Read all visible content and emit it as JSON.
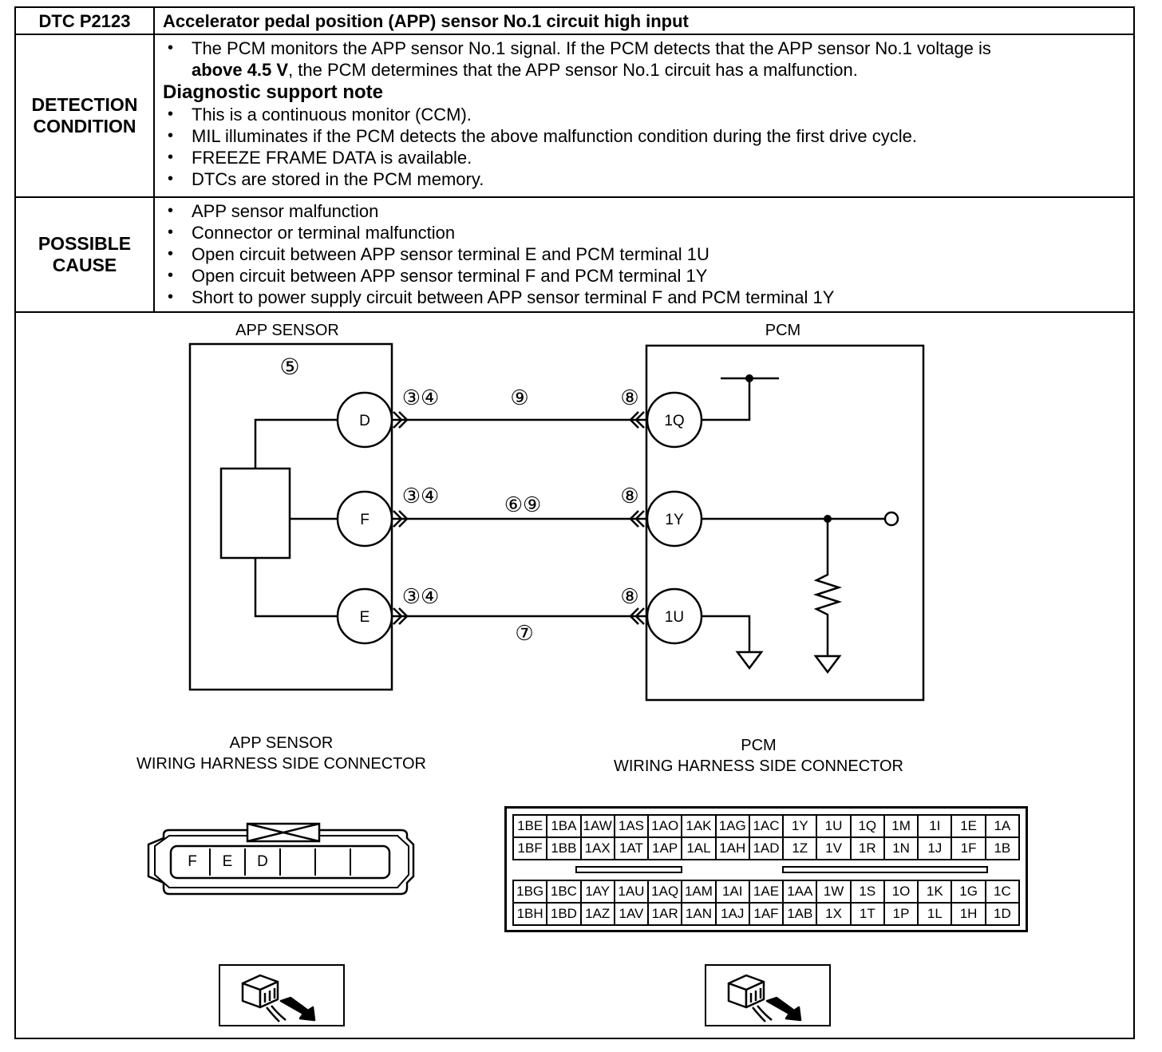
{
  "header": {
    "dtc_code": "DTC P2123",
    "dtc_title": "Accelerator pedal position (APP) sensor No.1 circuit high input"
  },
  "detection": {
    "label_line1": "DETECTION",
    "label_line2": "CONDITION",
    "desc_part1": "The PCM monitors the APP sensor No.1 signal. If the PCM detects that the APP sensor No.1 voltage is",
    "desc_bold": "above 4.5 V",
    "desc_part2": ", the PCM determines that the APP sensor No.1 circuit has a malfunction.",
    "support_heading": "Diagnostic support note",
    "notes": [
      "This is a continuous monitor (CCM).",
      "MIL illuminates if the PCM detects the above malfunction condition during the first drive cycle.",
      "FREEZE FRAME DATA is available.",
      "DTCs are stored in the PCM memory."
    ]
  },
  "possible_cause": {
    "label_line1": "POSSIBLE",
    "label_line2": "CAUSE",
    "items": [
      "APP sensor malfunction",
      "Connector or terminal malfunction",
      "Open circuit between APP sensor terminal E and PCM terminal 1U",
      "Open circuit between APP sensor terminal F and PCM terminal 1Y",
      "Short to power supply circuit between APP sensor terminal F and PCM terminal 1Y"
    ]
  },
  "diagram": {
    "app_sensor_title": "APP SENSOR",
    "pcm_title": "PCM",
    "sensor_step": "⑤",
    "sensor_terminals": [
      "D",
      "F",
      "E"
    ],
    "pcm_terminals": [
      "1Q",
      "1Y",
      "1U"
    ],
    "sensor_side_steps": [
      "③④",
      "③④",
      "③④"
    ],
    "wire_steps": [
      "⑨",
      "⑥⑨",
      "⑦"
    ],
    "pcm_side_steps": [
      "⑧",
      "⑧",
      "⑧"
    ]
  },
  "connectors": {
    "app_title_line1": "APP SENSOR",
    "app_title_line2": "WIRING HARNESS SIDE CONNECTOR",
    "app_pins": [
      "F",
      "E",
      "D",
      "",
      "",
      ""
    ],
    "pcm_title_line1": "PCM",
    "pcm_title_line2": "WIRING HARNESS SIDE CONNECTOR",
    "pcm_top_rows": [
      [
        "1BE",
        "1BA",
        "1AW",
        "1AS",
        "1AO",
        "1AK",
        "1AG",
        "1AC",
        "1Y",
        "1U",
        "1Q",
        "1M",
        "1I",
        "1E",
        "1A"
      ],
      [
        "1BF",
        "1BB",
        "1AX",
        "1AT",
        "1AP",
        "1AL",
        "1AH",
        "1AD",
        "1Z",
        "1V",
        "1R",
        "1N",
        "1J",
        "1F",
        "1B"
      ]
    ],
    "pcm_bottom_rows": [
      [
        "1BG",
        "1BC",
        "1AY",
        "1AU",
        "1AQ",
        "1AM",
        "1AI",
        "1AE",
        "1AA",
        "1W",
        "1S",
        "1O",
        "1K",
        "1G",
        "1C"
      ],
      [
        "1BH",
        "1BD",
        "1AZ",
        "1AV",
        "1AR",
        "1AN",
        "1AJ",
        "1AF",
        "1AB",
        "1X",
        "1T",
        "1P",
        "1L",
        "1H",
        "1D"
      ]
    ]
  },
  "icons": [
    "connector-probe-icon",
    "connector-probe-icon"
  ]
}
